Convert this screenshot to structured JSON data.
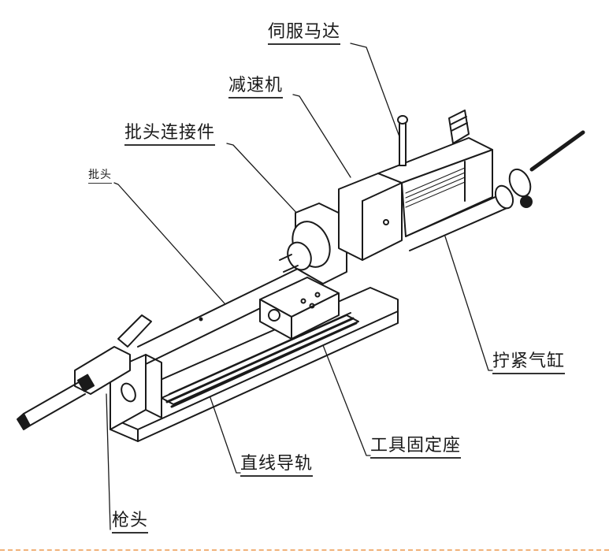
{
  "figure": {
    "type": "exploded isometric technical drawing",
    "subject": "servo screwdriver / tightening tool assembly",
    "background_color": "#ffffff",
    "line_color": "#1a1a1a",
    "border": {
      "style": "dashed",
      "color": "#f0b27a",
      "position": "bottom"
    }
  },
  "labels": {
    "servo_motor": "伺服马达",
    "reducer": "减速机",
    "bit_connector": "批头连接件",
    "bit": "批头",
    "tightening_cylinder": "拧紧气缸",
    "tool_mount": "工具固定座",
    "linear_guide": "直线导轨",
    "gun_head": "枪头"
  }
}
